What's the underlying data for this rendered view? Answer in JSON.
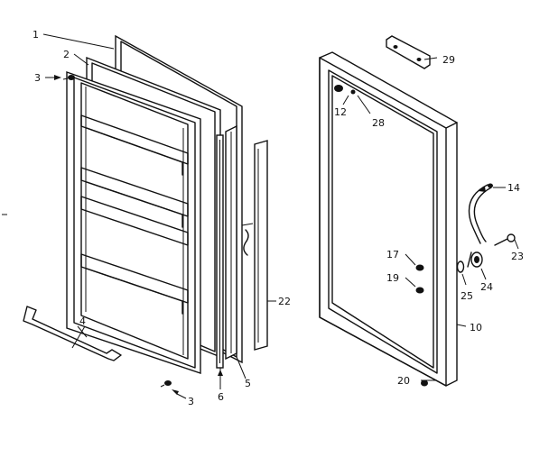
{
  "callouts": {
    "c1": "1",
    "c2": "2",
    "c3a": "3",
    "c3b": "3",
    "c4": "4",
    "c5": "5",
    "c6": "6",
    "c10": "10",
    "c12": "12",
    "c14": "14",
    "c17": "17",
    "c19": "19",
    "c20": "20",
    "c22": "22",
    "c23": "23",
    "c24": "24",
    "c25": "25",
    "c28": "28",
    "c29": "29"
  }
}
